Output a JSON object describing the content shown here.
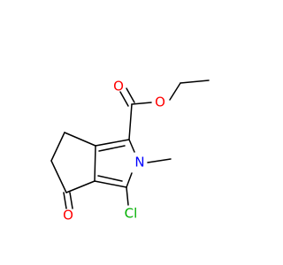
{
  "molecule": {
    "atoms": {
      "O_carbonyl_ester": "O",
      "O_ether_ester": "O",
      "N_ring": "N",
      "Cl": "Cl",
      "O_ketone": "O"
    },
    "colors": {
      "oxygen": "#ff0000",
      "nitrogen": "#0000ff",
      "chlorine": "#00b000",
      "bond": "#000000",
      "background": "#ffffff"
    }
  }
}
